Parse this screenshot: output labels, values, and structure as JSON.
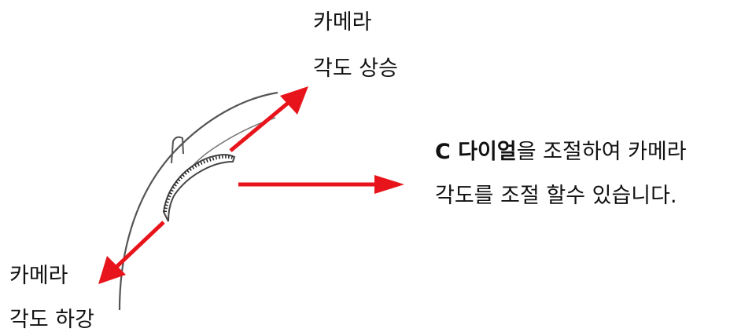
{
  "labels": {
    "camera_up_line1": "카메라",
    "camera_up_line2": "각도 상승",
    "camera_down_line1": "카메라",
    "camera_down_line2": "각도 하강"
  },
  "instruction": {
    "bold": "C 다이얼",
    "line1_rest": "을 조절하여 카메라",
    "line2": "각도를 조절 할수 있습니다."
  },
  "colors": {
    "arrow": "#e8141b",
    "outline": "#555555"
  }
}
